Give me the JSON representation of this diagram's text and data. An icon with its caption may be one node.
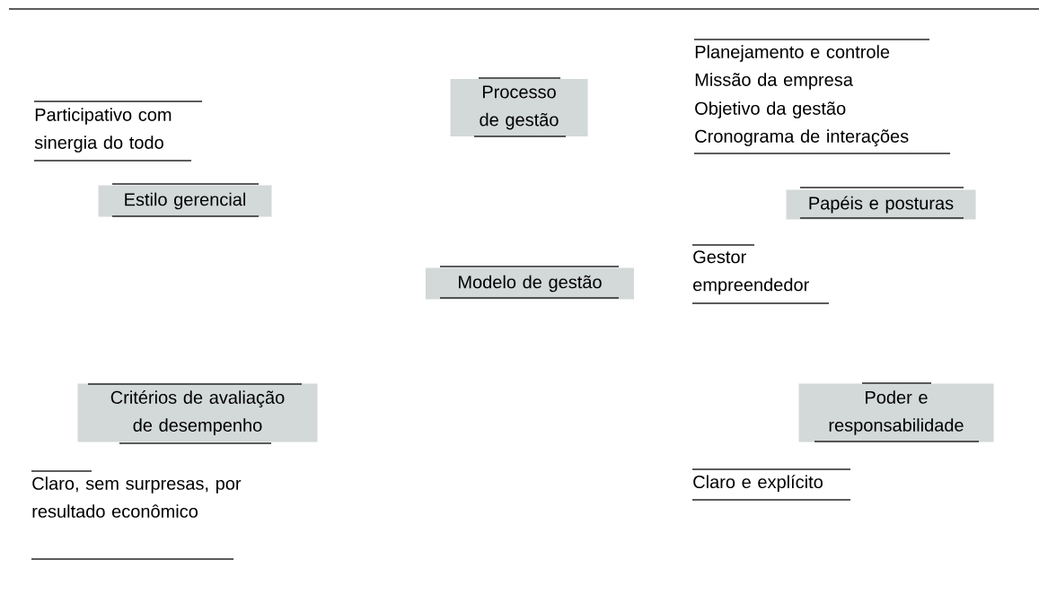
{
  "diagram": {
    "nodes": [
      {
        "text": [
          "Processo de gestão"
        ]
      },
      {
        "text": [
          "Estilo gerencial"
        ]
      },
      {
        "text": [
          "Papéis e posturas"
        ]
      },
      {
        "text": [
          "Modelo de gestão"
        ]
      },
      {
        "text": [
          "Critérios de avaliação de desempenho"
        ]
      },
      {
        "text": [
          "Poder e responsabilidade"
        ]
      }
    ],
    "labels": [
      "Participativo com sinergia do todo",
      "Planejamento e controle",
      "Missão da empresa",
      "Objetivo da gestão",
      "Cronograma de interações",
      "Gestor empreendedor",
      "Claro, sem surpresas, por resultado econômico",
      "Claro e explícito"
    ]
  }
}
